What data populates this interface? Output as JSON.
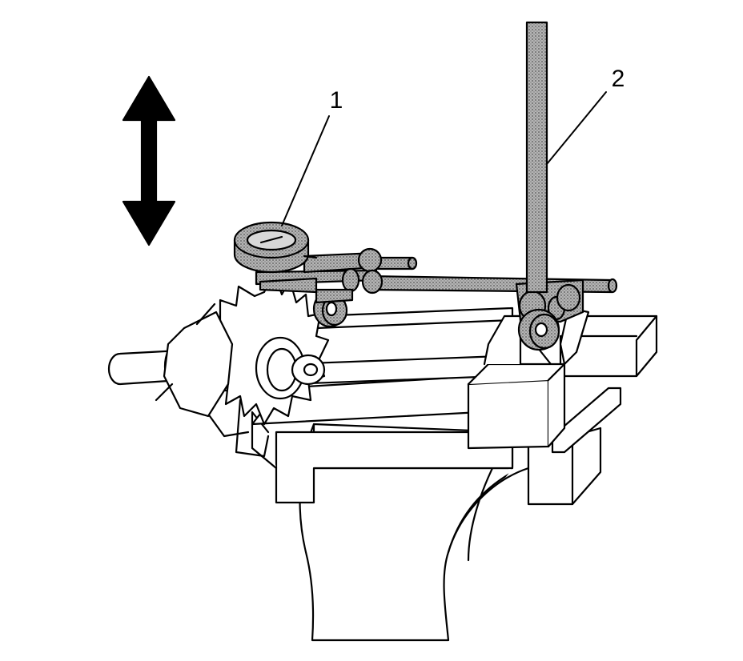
{
  "figure": {
    "callouts": [
      {
        "id": "1",
        "label": "1"
      },
      {
        "id": "2",
        "label": "2"
      }
    ],
    "icons": [
      "double-arrow-vertical-icon"
    ],
    "colors": {
      "stroke": "#000000",
      "fill": "#ffffff",
      "stipple": "#9a9a9a"
    }
  }
}
